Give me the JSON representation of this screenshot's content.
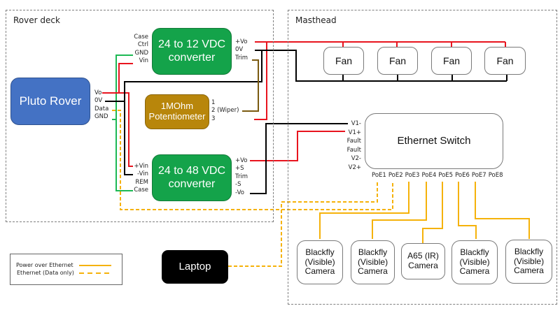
{
  "regions": {
    "rover_deck": "Rover deck",
    "masthead": "Masthead"
  },
  "components": {
    "pluto_rover": "Pluto Rover",
    "converter_12": "24 to 12 VDC\nconverter",
    "converter_48": "24 to 48 VDC\nconverter",
    "potentiometer": "1MOhm\nPotentiometer",
    "ethernet_switch": "Ethernet Switch",
    "laptop": "Laptop",
    "fans": [
      "Fan",
      "Fan",
      "Fan",
      "Fan"
    ],
    "cameras": [
      "Blackfly\n(Visible)\nCamera",
      "Blackfly\n(Visible)\nCamera",
      "A65 (IR)\nCamera",
      "Blackfly\n(Visible)\nCamera",
      "Blackfly\n(Visible)\nCamera"
    ]
  },
  "pins": {
    "rover": [
      "Vo",
      "0V",
      "Data",
      "GND"
    ],
    "converter_12_in": [
      "Case",
      "Ctrl",
      "GND",
      "Vin"
    ],
    "converter_12_out": [
      "+Vo",
      "0V",
      "Trim"
    ],
    "potentiometer": [
      "1",
      "2 (Wiper)",
      "3"
    ],
    "converter_48_in": [
      "+Vin",
      "-Vin",
      "REM",
      "Case"
    ],
    "converter_48_out": [
      "+Vo",
      "+S",
      "Trim",
      "-S",
      "-Vo"
    ],
    "switch_power": [
      "V1-",
      "V1+",
      "Fault",
      "Fault",
      "V2-",
      "V2+"
    ],
    "switch_ports": [
      "PoE1",
      "PoE2",
      "PoE3",
      "PoE4",
      "PoE5",
      "PoE6",
      "PoE7",
      "PoE8"
    ]
  },
  "legend": {
    "items": [
      {
        "label": "Power over Ethernet",
        "style": "solid"
      },
      {
        "label": "Ethernet (Data only)",
        "style": "dashed"
      }
    ]
  },
  "colors": {
    "positive_wire": "#e8141e",
    "ground_wire": "#000000",
    "case_wire": "#1db954",
    "trim_wire": "#7a5a10",
    "ethernet": "#f5b20a",
    "converter_fill": "#14a34a",
    "rover_fill": "#4472c4",
    "pot_fill": "#b8860b"
  }
}
